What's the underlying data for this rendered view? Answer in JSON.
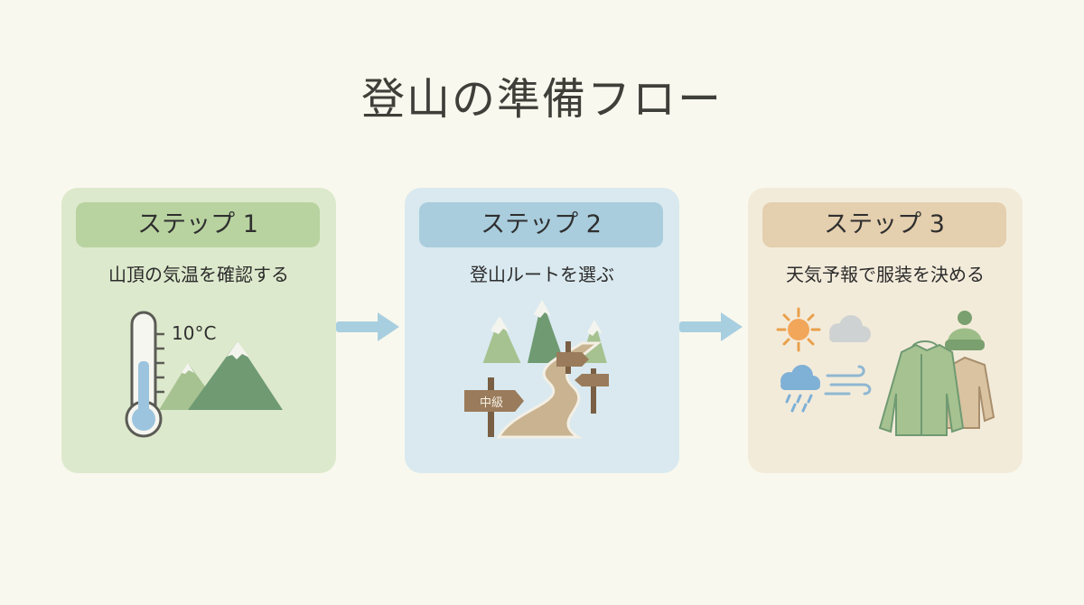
{
  "title": "登山の準備フロー",
  "steps": [
    {
      "label": "ステップ 1",
      "description": "山頂の気温を確認する",
      "temperature": "10°C"
    },
    {
      "label": "ステップ 2",
      "description": "登山ルートを選ぶ",
      "sign_label": "中級"
    },
    {
      "label": "ステップ 3",
      "description": "天気予報で服装を決める"
    }
  ],
  "colors": {
    "background": "#f9f8ee",
    "step1_card": "#dde9cc",
    "step1_header": "#b8d3a0",
    "step2_card": "#d9e9ef",
    "step2_header": "#a9cddd",
    "step3_card": "#f3ebda",
    "step3_header": "#e4cfae",
    "arrow": "#a8cfe0"
  },
  "icons": [
    "thermometer-icon",
    "mountain-icon",
    "trail-signpost-icon",
    "sun-icon",
    "cloud-icon",
    "rain-icon",
    "wind-icon",
    "jacket-icon",
    "beanie-icon"
  ]
}
